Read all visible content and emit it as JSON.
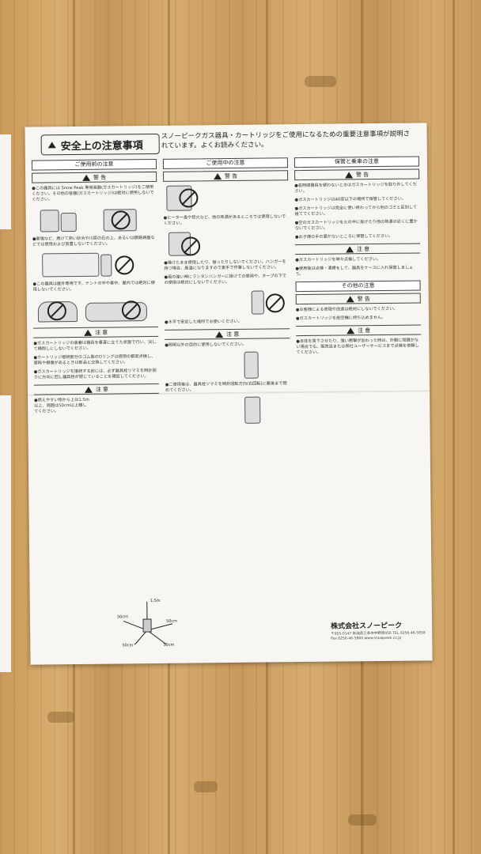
{
  "title": "安全上の注意事項",
  "intro": "スノーピークガス器具・カートリッジをご使用になるための重要注意事項が説明されています。よくお読みください。",
  "columns": [
    {
      "header": "ご使用前の注意",
      "warning_label": "警 告",
      "items": [
        "●この器具には Snow Peak 専用容器(ガスカートリッジ)をご使用ください。その他の容器(ガスカートリッジ)は絶対に使用しないでください。",
        "●夏場など、焼けて熱い砂浜や川原の石の上、あるいは鋼鉄路面などでは使用および放置しないでください。",
        "●この器具は屋外専用です。テントの中や車中、屋内では絶対に使用しないでください。"
      ],
      "caution_label": "注 意",
      "caution_items": [
        "●ガスカートリッジの装着は器具を垂直に立てた状態で行い、決して横倒しにしないでください。",
        "●カートリッジ接続部分のゴム製のOリングは使用の都度点検し、摩耗や損傷があるときは新品と交換してください。",
        "●ガスカートリッジを接続する前には、必ず器具栓ツマミを時計回りに方向に回し器具栓が閉じていることを確認してください。"
      ],
      "caution_label_2": "注 意",
      "bottom_item": "●燃えやすい物から上は1.5m以上、周囲は50cm以上離してください。",
      "distances": {
        "up": "1.5m",
        "side_a": "50cm",
        "side_b": "50cm",
        "side_c": "50cm",
        "side_d": "50cm"
      }
    },
    {
      "header": "ご使用中の注意",
      "warning_label": "警 告",
      "items": [
        "●ヒーター类や焚火など、他の熱源があるところでは使用しないでください。",
        "●燥けたまま使用したり、振ったりしないでください。ハンガーを持つ場合、高温になりますので素手で作業しないでください。",
        "●風の強い時にランタンハンガーに掛けての使用や、タープの下での使用は絶対にしないでください。",
        "●水平で安定した場所でお使いください。"
      ],
      "caution_label": "注 意",
      "caution_items": [
        "●照明以外の目的に使用しないでください。",
        "●ご使用後は、器具栓ツマミを時計回転方向(右回転)に最後まで閉めてください。"
      ]
    },
    {
      "header": "保管と乗車の注意",
      "warning_label": "警 告",
      "items": [
        "●長時間器具を使わないときはガスカートリッジを取り外してください。",
        "●ガスカートリッジは40度以下の場所で保管してください。",
        "●ガスカートリッジは完全に使い終わってから他のゴミと区別して捨ててください。",
        "●空のガスカートリッジを火の中に投げたり他の熱源の近くに置かないでください。",
        "●お子様の手の届かないところに保管してください。"
      ],
      "caution_label": "注 意",
      "caution_items": [
        "●ガスカートリッジを時々点検してください。",
        "●使用後は点検・清掃をして、器具をケースに入れ保管しましょう。"
      ],
      "other_header": "その他の注意",
      "other_warning_label": "警 告",
      "other_items": [
        "●お客様による修理や改造は絶対にしないでください。",
        "●ガスカートリッジを航空機に持ち込めません。"
      ],
      "caution_label_2": "注 意",
      "last_item": "●本体を落下させたり、強い衝撃が加わった時は、外観に問題がない場合でも、販売店または弊社ユーザーサービスまで点検を依頼してください。"
    }
  ],
  "company": "株式会社スノーピーク",
  "address": "〒955-0147 新潟県三条市中野原456 TEL 0256-46-5858 Fax 0256-46-5860 www.snowpeak.co.jp"
}
